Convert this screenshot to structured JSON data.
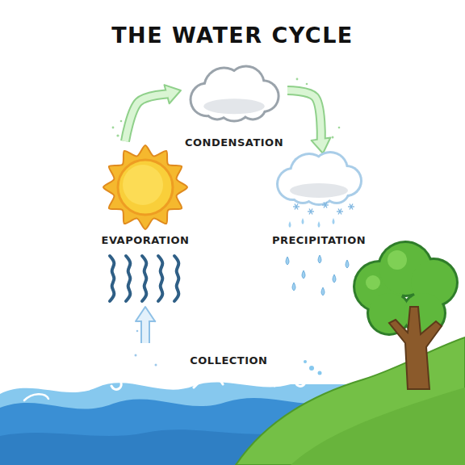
{
  "diagram": {
    "title": "THE WATER CYCLE",
    "nodes": [
      {
        "text": [
          "CONDENSATION"
        ]
      },
      {
        "text": [
          "EVAPORATION"
        ]
      },
      {
        "text": [
          "PRECIPITATION"
        ]
      },
      {
        "text": [
          "COLLECTION"
        ]
      }
    ],
    "edges": [
      {
        "from": 1,
        "to": 0,
        "arrow": "to"
      },
      {
        "from": 0,
        "to": 2,
        "arrow": "to"
      },
      {
        "from": 3,
        "to": 1,
        "arrow": "to"
      }
    ]
  }
}
